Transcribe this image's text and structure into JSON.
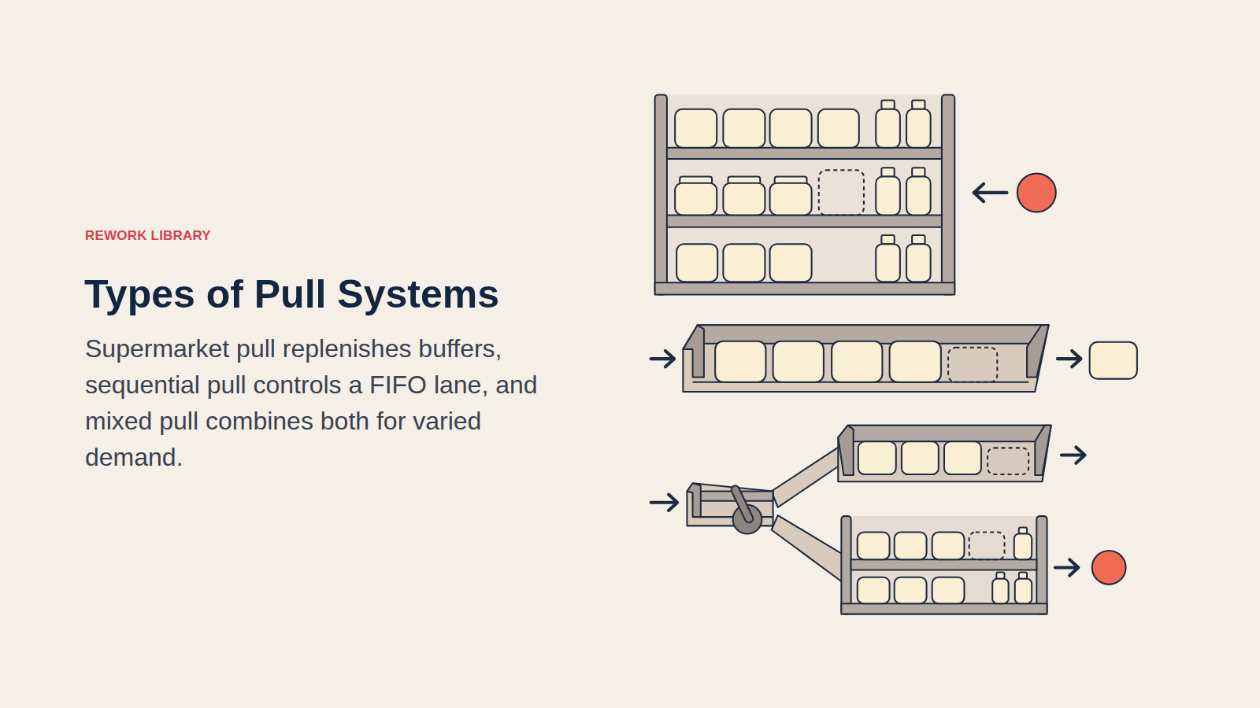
{
  "diagram": {
    "title": "Types of Pull Systems",
    "caption": "Supermarket pull replenishes buffers, sequential pull controls a FIFO lane, and mixed pull combines both for varied demand.",
    "labels": [
      "REWORK LIBRARY"
    ]
  }
}
